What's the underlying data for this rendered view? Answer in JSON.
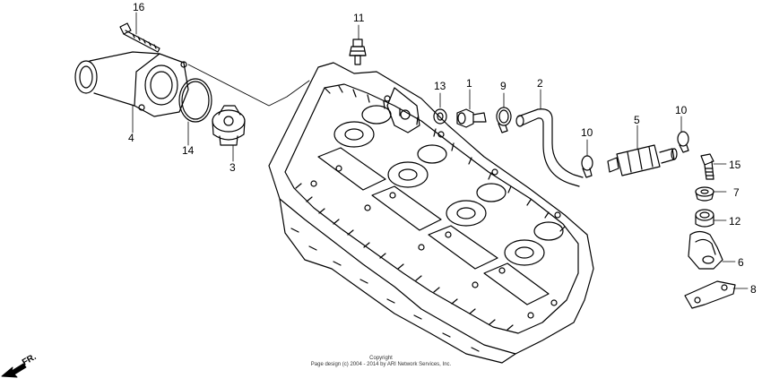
{
  "callouts": [
    "16",
    "11",
    "13",
    "1",
    "9",
    "2",
    "4",
    "14",
    "3",
    "10",
    "5",
    "10",
    "15",
    "7",
    "12",
    "6",
    "8"
  ],
  "direction_label": "FR.",
  "copyright": {
    "line1": "Copyright",
    "line2": "Page design (c) 2004 - 2014 by ARI Network Services, Inc."
  },
  "colors": {
    "ink": "#000000",
    "background": "#ffffff"
  }
}
